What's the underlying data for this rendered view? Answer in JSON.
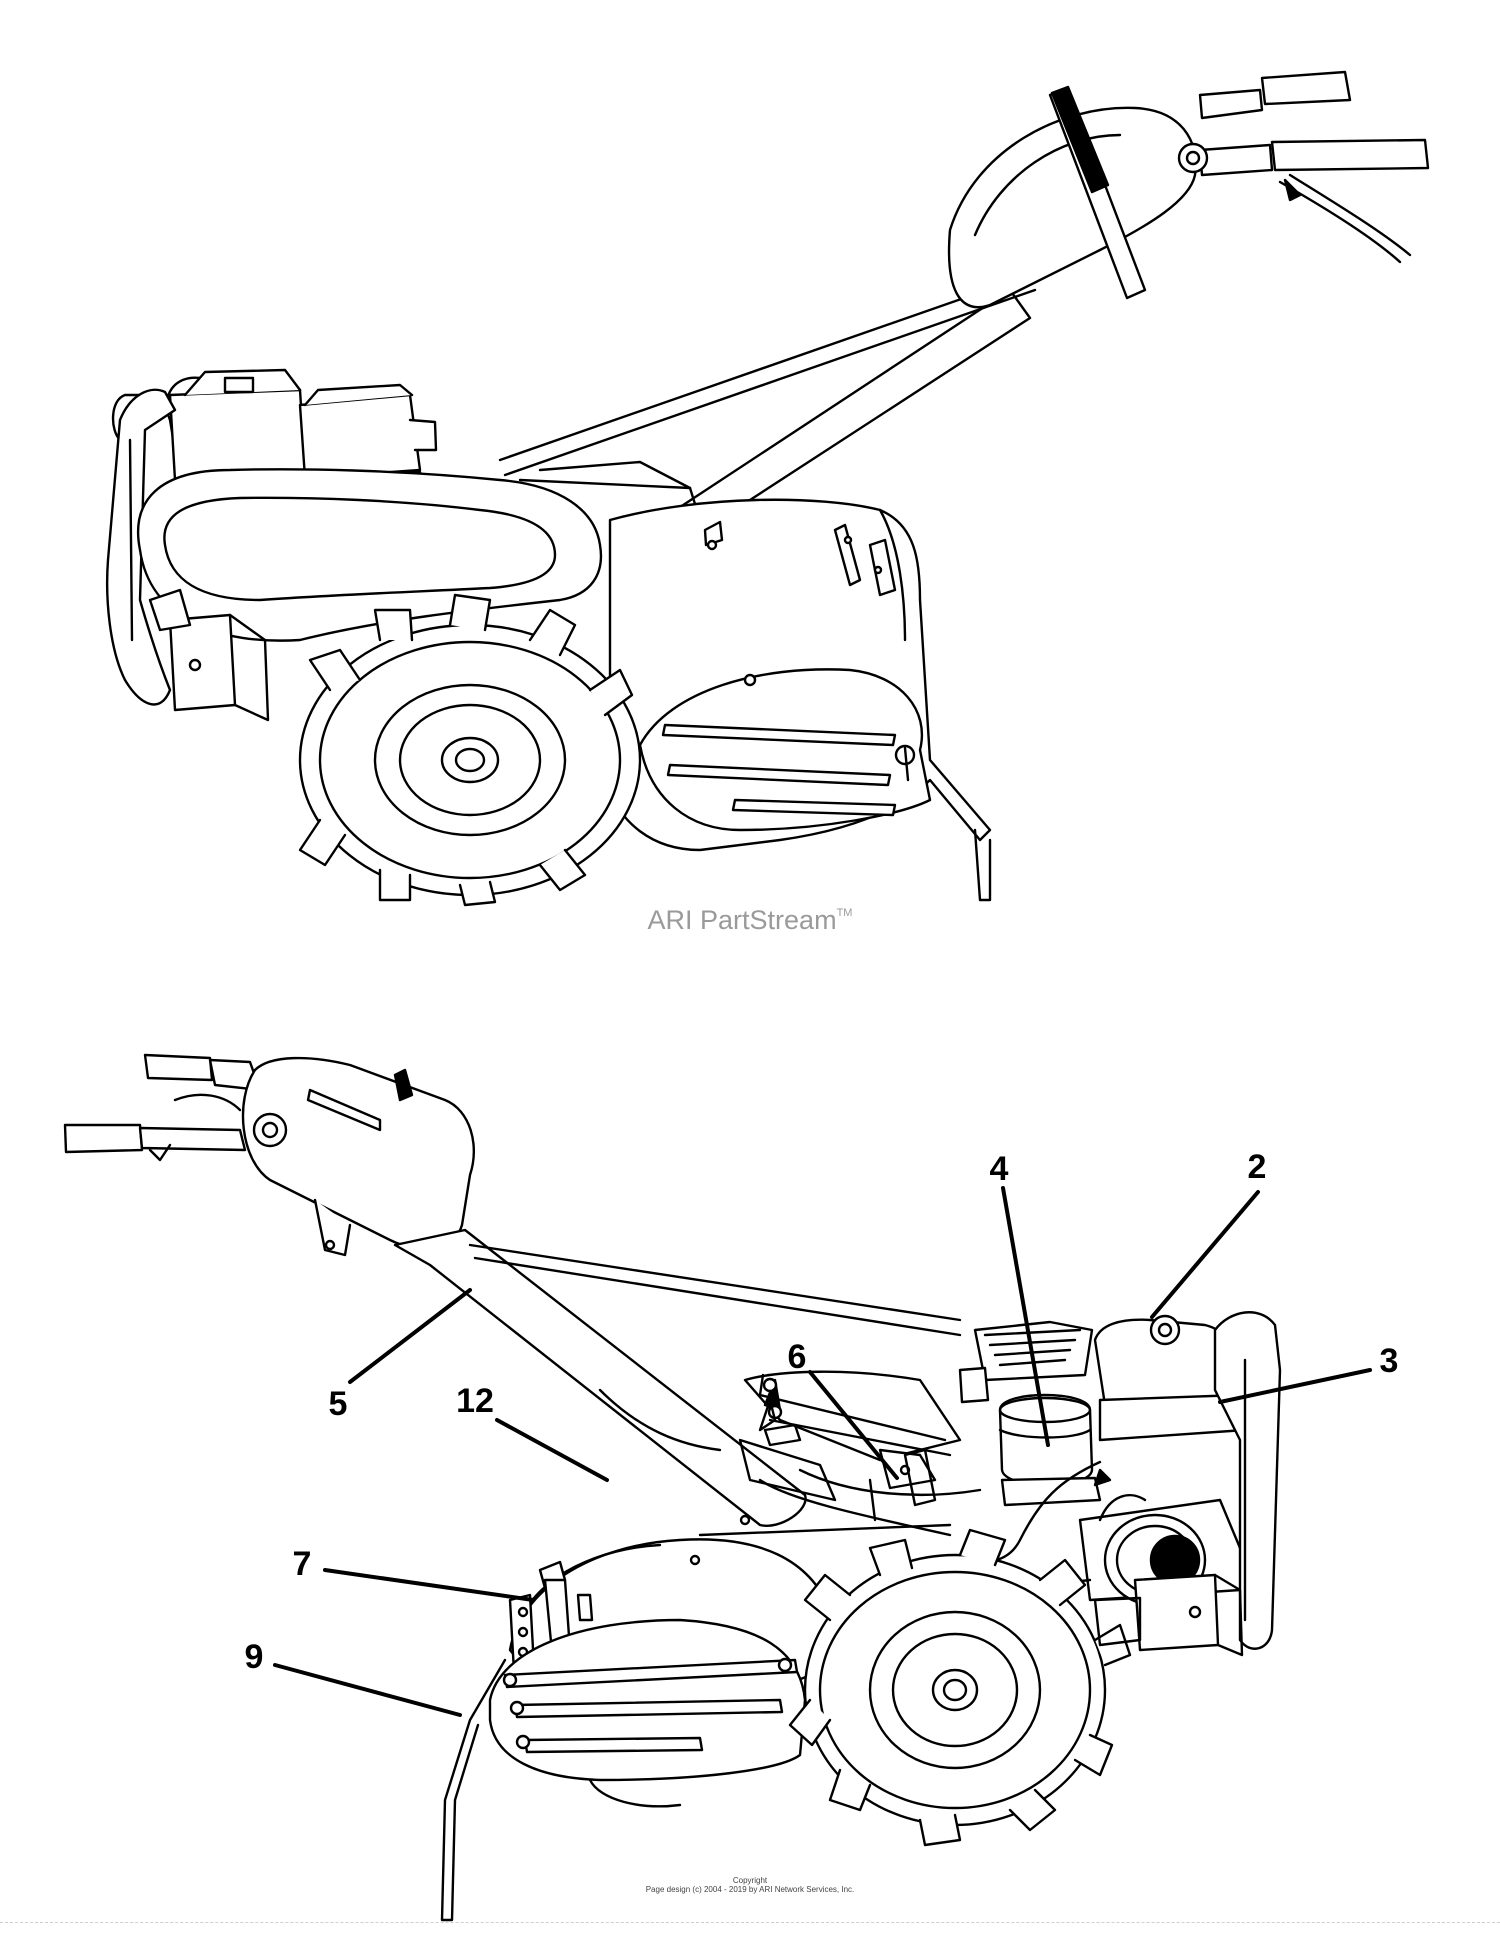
{
  "watermark": {
    "text": "ARI PartStream",
    "trademark": "TM",
    "color": "#9a9a9a"
  },
  "views": [
    {
      "name": "rear-tine-tiller-side-view",
      "callouts": []
    },
    {
      "name": "rear-tine-tiller-labeled-view",
      "callouts": [
        "2",
        "3",
        "4",
        "5",
        "6",
        "7",
        "9",
        "12"
      ]
    }
  ],
  "footer": {
    "copyright_label": "Copyright",
    "page_design": "Page design (c) 2004 - 2019 by ARI Network Services, Inc."
  },
  "colors": {
    "line": "#000000",
    "background": "#ffffff"
  }
}
